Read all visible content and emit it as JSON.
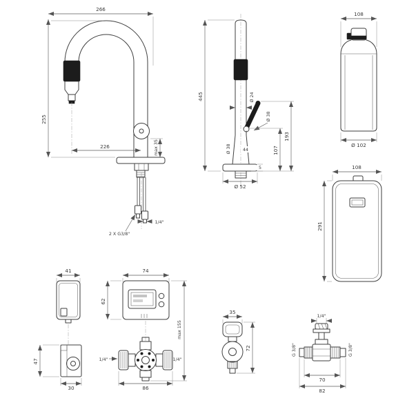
{
  "drawing": {
    "front_view": {
      "width": "266",
      "height": "255",
      "spout_reach": "226",
      "max_deck": "max 35",
      "hose_thread": "2 X G3/8\"",
      "hose_size": "1/4\""
    },
    "side_view": {
      "total_height": "445",
      "spout_diameter": "Ø 24",
      "handle_diameter": "Ø 38",
      "body_diameter": "Ø 38",
      "body_width": "44",
      "outlet_height": "107",
      "lever_height": "193",
      "base_thickness": "5",
      "base_diameter": "Ø 52"
    },
    "filter_cartridge": {
      "width": "108",
      "diameter": "Ø 102"
    },
    "tank": {
      "width": "108",
      "height": "291"
    },
    "bracket": {
      "width": "41",
      "height": "47",
      "depth": "30"
    },
    "control_box": {
      "width": "74",
      "height": "62",
      "assembly_width": "86",
      "max_install_height": "max 155",
      "left_fitting": "1/4\"",
      "right_fitting": "1/4\""
    },
    "valve": {
      "width": "35",
      "height": "72"
    },
    "tee_valve": {
      "top_fitting": "1/4\"",
      "left_thread": "G 3/8\"",
      "right_thread": "G 3/8\"",
      "body_width": "70",
      "total_width": "82"
    }
  }
}
